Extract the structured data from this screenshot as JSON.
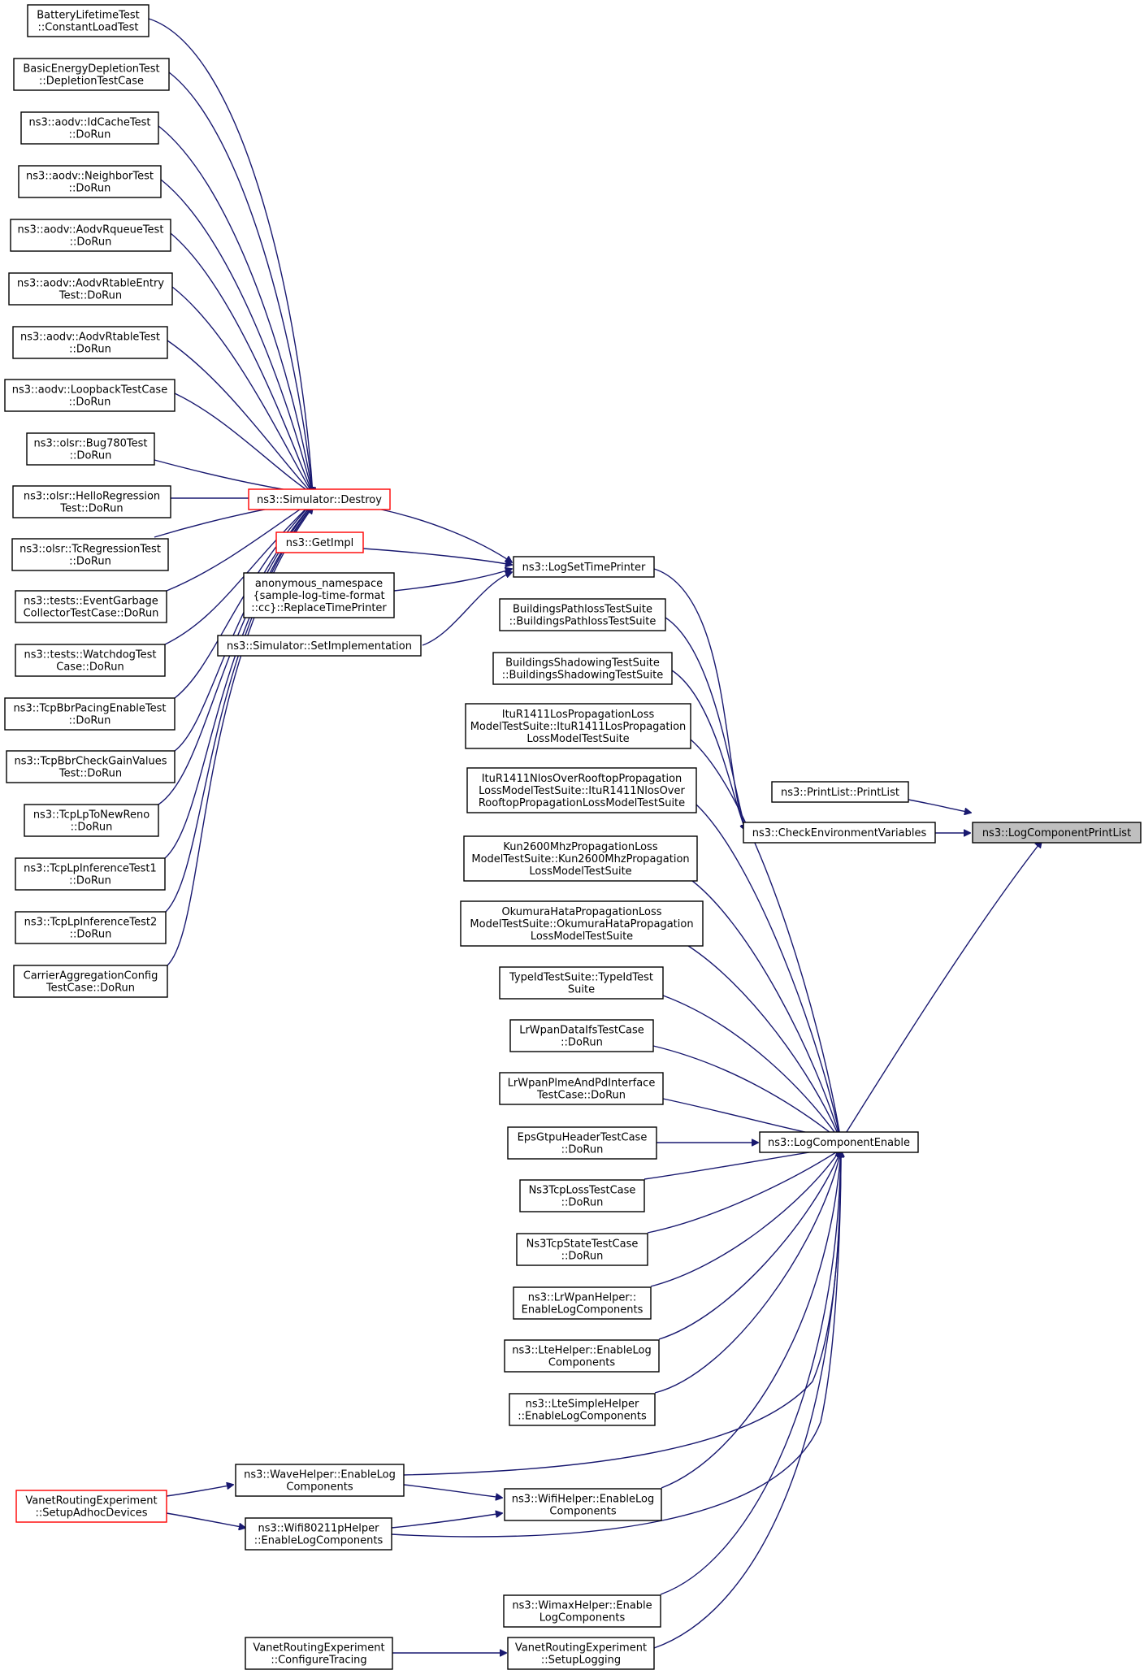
{
  "colors": {
    "edge": "#191970",
    "truncated_border": "#ff0000",
    "current_fill": "#bfbfbf"
  },
  "nodes": {
    "n1": {
      "lines": [
        "BatteryLifetimeTest",
        "::ConstantLoadTest"
      ]
    },
    "n2": {
      "lines": [
        "BasicEnergyDepletionTest",
        "::DepletionTestCase"
      ]
    },
    "n3": {
      "lines": [
        "ns3::aodv::IdCacheTest",
        "::DoRun"
      ]
    },
    "n4": {
      "lines": [
        "ns3::aodv::NeighborTest",
        "::DoRun"
      ]
    },
    "n5": {
      "lines": [
        "ns3::aodv::AodvRqueueTest",
        "::DoRun"
      ]
    },
    "n6": {
      "lines": [
        "ns3::aodv::AodvRtableEntry",
        "Test::DoRun"
      ]
    },
    "n7": {
      "lines": [
        "ns3::aodv::AodvRtableTest",
        "::DoRun"
      ]
    },
    "n8": {
      "lines": [
        "ns3::aodv::LoopbackTestCase",
        "::DoRun"
      ]
    },
    "n9": {
      "lines": [
        "ns3::olsr::Bug780Test",
        "::DoRun"
      ]
    },
    "n10": {
      "lines": [
        "ns3::olsr::HelloRegression",
        "Test::DoRun"
      ]
    },
    "n11": {
      "lines": [
        "ns3::olsr::TcRegressionTest",
        "::DoRun"
      ]
    },
    "n12": {
      "lines": [
        "ns3::tests::EventGarbage",
        "CollectorTestCase::DoRun"
      ]
    },
    "n13": {
      "lines": [
        "ns3::tests::WatchdogTest",
        "Case::DoRun"
      ]
    },
    "n14": {
      "lines": [
        "ns3::TcpBbrPacingEnableTest",
        "::DoRun"
      ]
    },
    "n15": {
      "lines": [
        "ns3::TcpBbrCheckGainValues",
        "Test::DoRun"
      ]
    },
    "n16": {
      "lines": [
        "ns3::TcpLpToNewReno",
        "::DoRun"
      ]
    },
    "n17": {
      "lines": [
        "ns3::TcpLpInferenceTest1",
        "::DoRun"
      ]
    },
    "n18": {
      "lines": [
        "ns3::TcpLpInferenceTest2",
        "::DoRun"
      ]
    },
    "n19": {
      "lines": [
        "CarrierAggregationConfig",
        "TestCase::DoRun"
      ]
    },
    "destroy": {
      "lines": [
        "ns3::Simulator::Destroy"
      ]
    },
    "getimpl": {
      "lines": [
        "ns3::GetImpl"
      ]
    },
    "replace": {
      "lines": [
        "anonymous_namespace",
        "{sample-log-time-format",
        "::cc}::ReplaceTimePrinter"
      ]
    },
    "setimpl": {
      "lines": [
        "ns3::Simulator::SetImplementation"
      ]
    },
    "logsettime": {
      "lines": [
        "ns3::LogSetTimePrinter"
      ]
    },
    "bpath": {
      "lines": [
        "BuildingsPathlossTestSuite",
        "::BuildingsPathlossTestSuite"
      ]
    },
    "bshadow": {
      "lines": [
        "BuildingsShadowingTestSuite",
        "::BuildingsShadowingTestSuite"
      ]
    },
    "itulos": {
      "lines": [
        "ItuR1411LosPropagationLoss",
        "ModelTestSuite::ItuR1411LosPropagation",
        "LossModelTestSuite"
      ]
    },
    "itunlos": {
      "lines": [
        "ItuR1411NlosOverRooftopPropagation",
        "LossModelTestSuite::ItuR1411NlosOver",
        "RooftopPropagationLossModelTestSuite"
      ]
    },
    "kun": {
      "lines": [
        "Kun2600MhzPropagationLoss",
        "ModelTestSuite::Kun2600MhzPropagation",
        "LossModelTestSuite"
      ]
    },
    "oku": {
      "lines": [
        "OkumuraHataPropagationLoss",
        "ModelTestSuite::OkumuraHataPropagation",
        "LossModelTestSuite"
      ]
    },
    "typeid": {
      "lines": [
        "TypeIdTestSuite::TypeIdTest",
        "Suite"
      ]
    },
    "lrdata": {
      "lines": [
        "LrWpanDataIfsTestCase",
        "::DoRun"
      ]
    },
    "lrplme": {
      "lines": [
        "LrWpanPlmeAndPdInterface",
        "TestCase::DoRun"
      ]
    },
    "epsgtpu": {
      "lines": [
        "EpsGtpuHeaderTestCase",
        "::DoRun"
      ]
    },
    "tcploss": {
      "lines": [
        "Ns3TcpLossTestCase",
        "::DoRun"
      ]
    },
    "tcpstate": {
      "lines": [
        "Ns3TcpStateTestCase",
        "::DoRun"
      ]
    },
    "lrwpanhelper": {
      "lines": [
        "ns3::LrWpanHelper::",
        "EnableLogComponents"
      ]
    },
    "ltehelper": {
      "lines": [
        "ns3::LteHelper::EnableLog",
        "Components"
      ]
    },
    "ltesimple": {
      "lines": [
        "ns3::LteSimpleHelper",
        "::EnableLogComponents"
      ]
    },
    "wavehelper": {
      "lines": [
        "ns3::WaveHelper::EnableLog",
        "Components"
      ]
    },
    "wifihelper": {
      "lines": [
        "ns3::WifiHelper::EnableLog",
        "Components"
      ]
    },
    "wifi80211p": {
      "lines": [
        "ns3::Wifi80211pHelper",
        "::EnableLogComponents"
      ]
    },
    "vanetadhoc": {
      "lines": [
        "VanetRoutingExperiment",
        "::SetupAdhocDevices"
      ]
    },
    "wimax": {
      "lines": [
        "ns3::WimaxHelper::Enable",
        "LogComponents"
      ]
    },
    "vanettracing": {
      "lines": [
        "VanetRoutingExperiment",
        "::ConfigureTracing"
      ]
    },
    "vanetlogging": {
      "lines": [
        "VanetRoutingExperiment",
        "::SetupLogging"
      ]
    },
    "logenable": {
      "lines": [
        "ns3::LogComponentEnable"
      ]
    },
    "printlist": {
      "lines": [
        "ns3::PrintList::PrintList"
      ]
    },
    "checkenv": {
      "lines": [
        "ns3::CheckEnvironmentVariables"
      ]
    },
    "logprintlist": {
      "lines": [
        "ns3::LogComponentPrintList"
      ]
    }
  }
}
